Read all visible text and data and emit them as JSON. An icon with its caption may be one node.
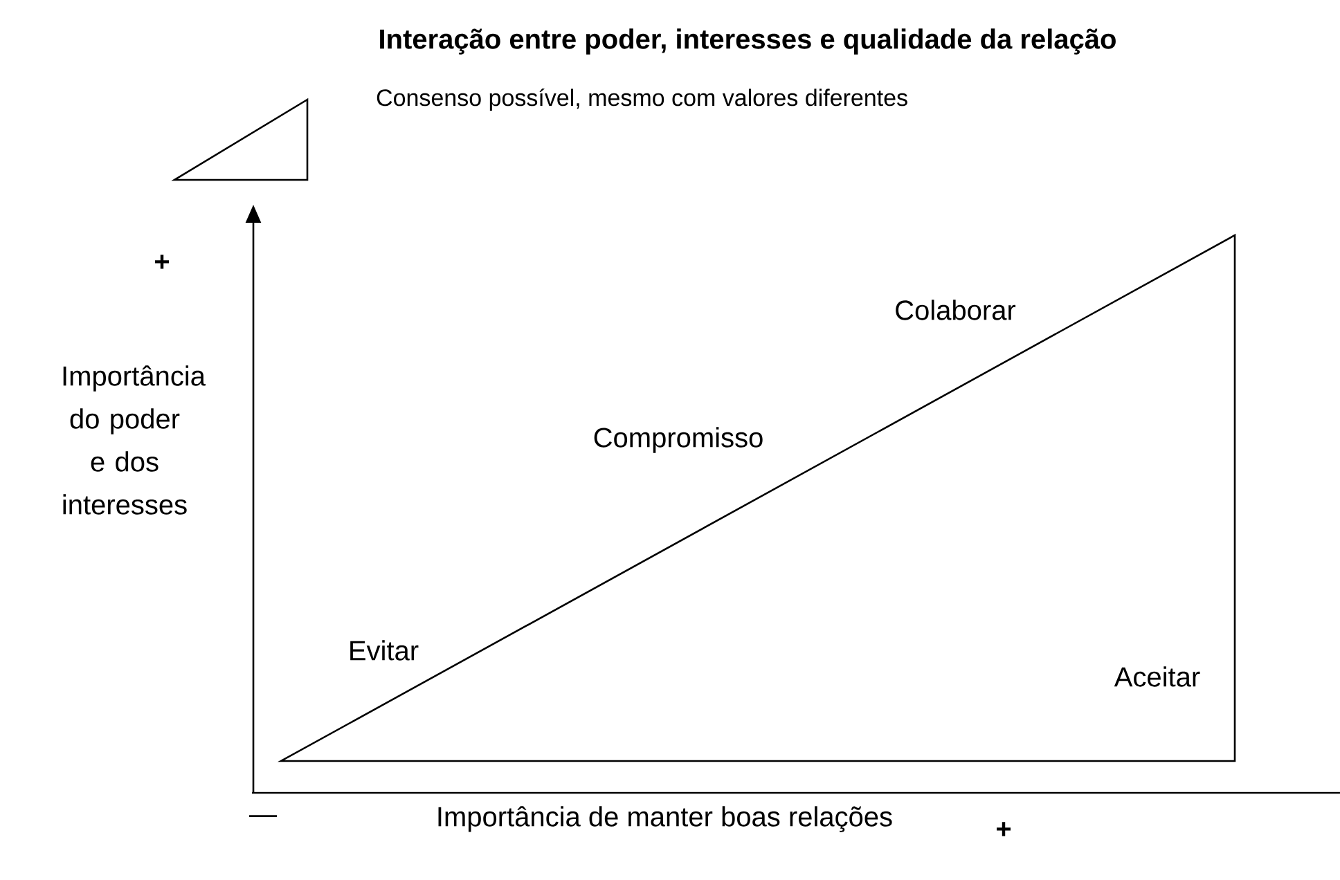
{
  "diagram": {
    "title": "Interação entre poder, interesses e qualidade da relação",
    "labels": [
      "+",
      "Importância do poder e dos interesses",
      "Colaborar",
      "Compromisso",
      "Evitar",
      "Aceitar",
      "—",
      "Importância de manter boas relações",
      "+"
    ],
    "nodes": [
      {
        "text": [],
        "shape": "triangle",
        "beside": [
          "Consenso possível, mesmo com valores diferentes"
        ]
      }
    ]
  }
}
